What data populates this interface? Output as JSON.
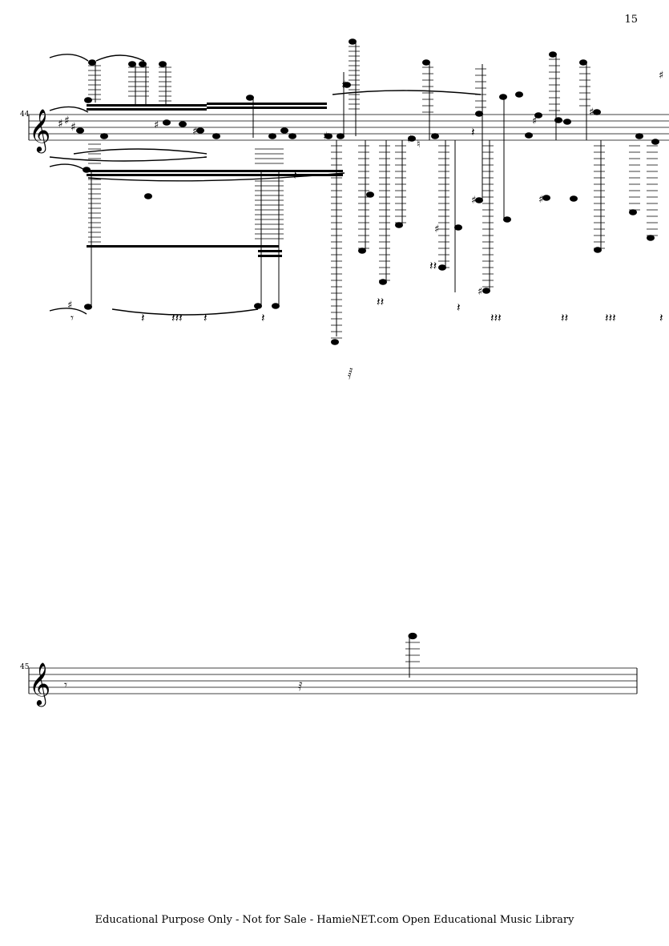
{
  "page": {
    "number": "15",
    "footer": "Educational Purpose Only - Not for Sale - HamieNET.com Open Educational Music Library"
  },
  "systems": [
    {
      "measure": "44"
    },
    {
      "measure": "45"
    }
  ]
}
